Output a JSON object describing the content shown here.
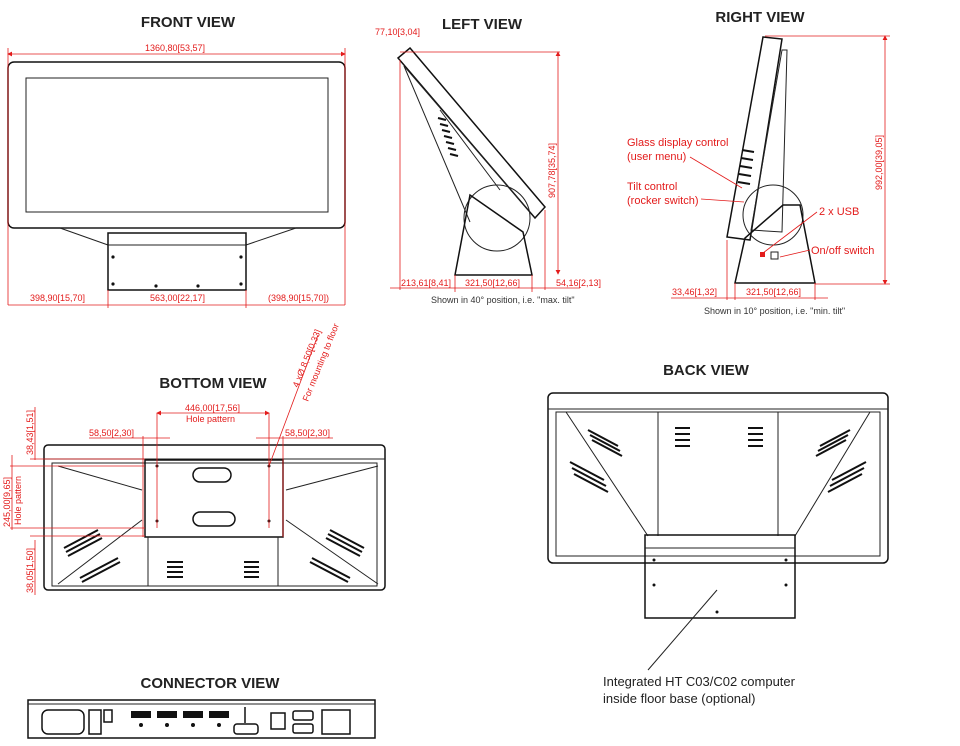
{
  "views": {
    "front": {
      "title": "FRONT VIEW",
      "width_dim": "1360,80[53,57]",
      "left_dim": "398,90[15,70]",
      "center_dim": "563,00[22,17]",
      "right_dim": "(398,90[15,70])"
    },
    "left": {
      "title": "LEFT VIEW",
      "depth_dim": "77,10[3,04]",
      "height_dim": "907,78[35,74]",
      "offset_dim": "213,61[8,41]",
      "base_dim": "321,50[12,66]",
      "overhang_dim": "54,16[2,13]",
      "caption": "Shown in 40° position, i.e. \"max. tilt\""
    },
    "right": {
      "title": "RIGHT VIEW",
      "height_dim": "992,00[39,05]",
      "offset_dim": "33,46[1,32]",
      "base_dim": "321,50[12,66]",
      "caption": "Shown in 10° position, i.e. \"min. tilt\"",
      "callouts": {
        "glass_1": "Glass display control",
        "glass_2": "(user menu)",
        "tilt_1": "Tilt control",
        "tilt_2": "(rocker switch)",
        "usb": "2 x USB",
        "power": "On/off switch"
      }
    },
    "bottom": {
      "title": "BOTTOM VIEW",
      "hole_w_dim": "446,00[17,56]",
      "hole_w_label": "Hole pattern",
      "side_left_dim": "58,50[2,30]",
      "side_right_dim": "58,50[2,30]",
      "mount_dim": "4 xØ 8,50[0,33]",
      "mount_label": "For mounting to floor",
      "top_dim": "38,43[1,51]",
      "hole_h_dim": "245,00[9,65]",
      "hole_h_label": "Hole pattern",
      "bottom_dim": "38,05[1,50]"
    },
    "back": {
      "title": "BACK VIEW",
      "note_1": "Integrated HT C03/C02 computer",
      "note_2": "inside floor base (optional)"
    },
    "connector": {
      "title": "CONNECTOR VIEW"
    }
  },
  "colors": {
    "dimension": "#e31b1b",
    "line": "#111111"
  }
}
